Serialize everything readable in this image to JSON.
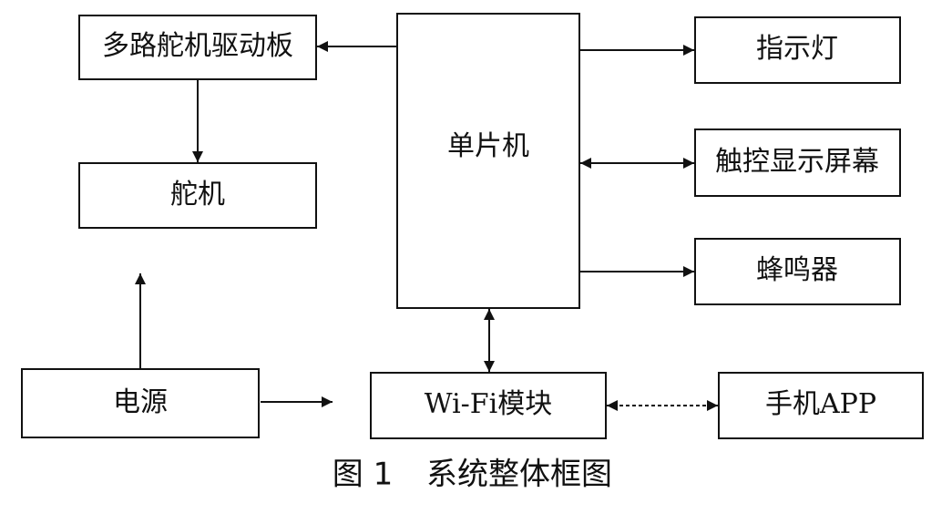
{
  "nodes": {
    "driver_board": "多路舵机驱动板",
    "servo": "舵机",
    "mcu": "单片机",
    "indicator": "指示灯",
    "touch_screen": "触控显示屏幕",
    "buzzer": "蜂鸣器",
    "power": "电源",
    "wifi": "Wi-Fi模块",
    "phone_app": "手机APP"
  },
  "caption": {
    "figure_number": "图 1",
    "title": "系统整体框图"
  }
}
